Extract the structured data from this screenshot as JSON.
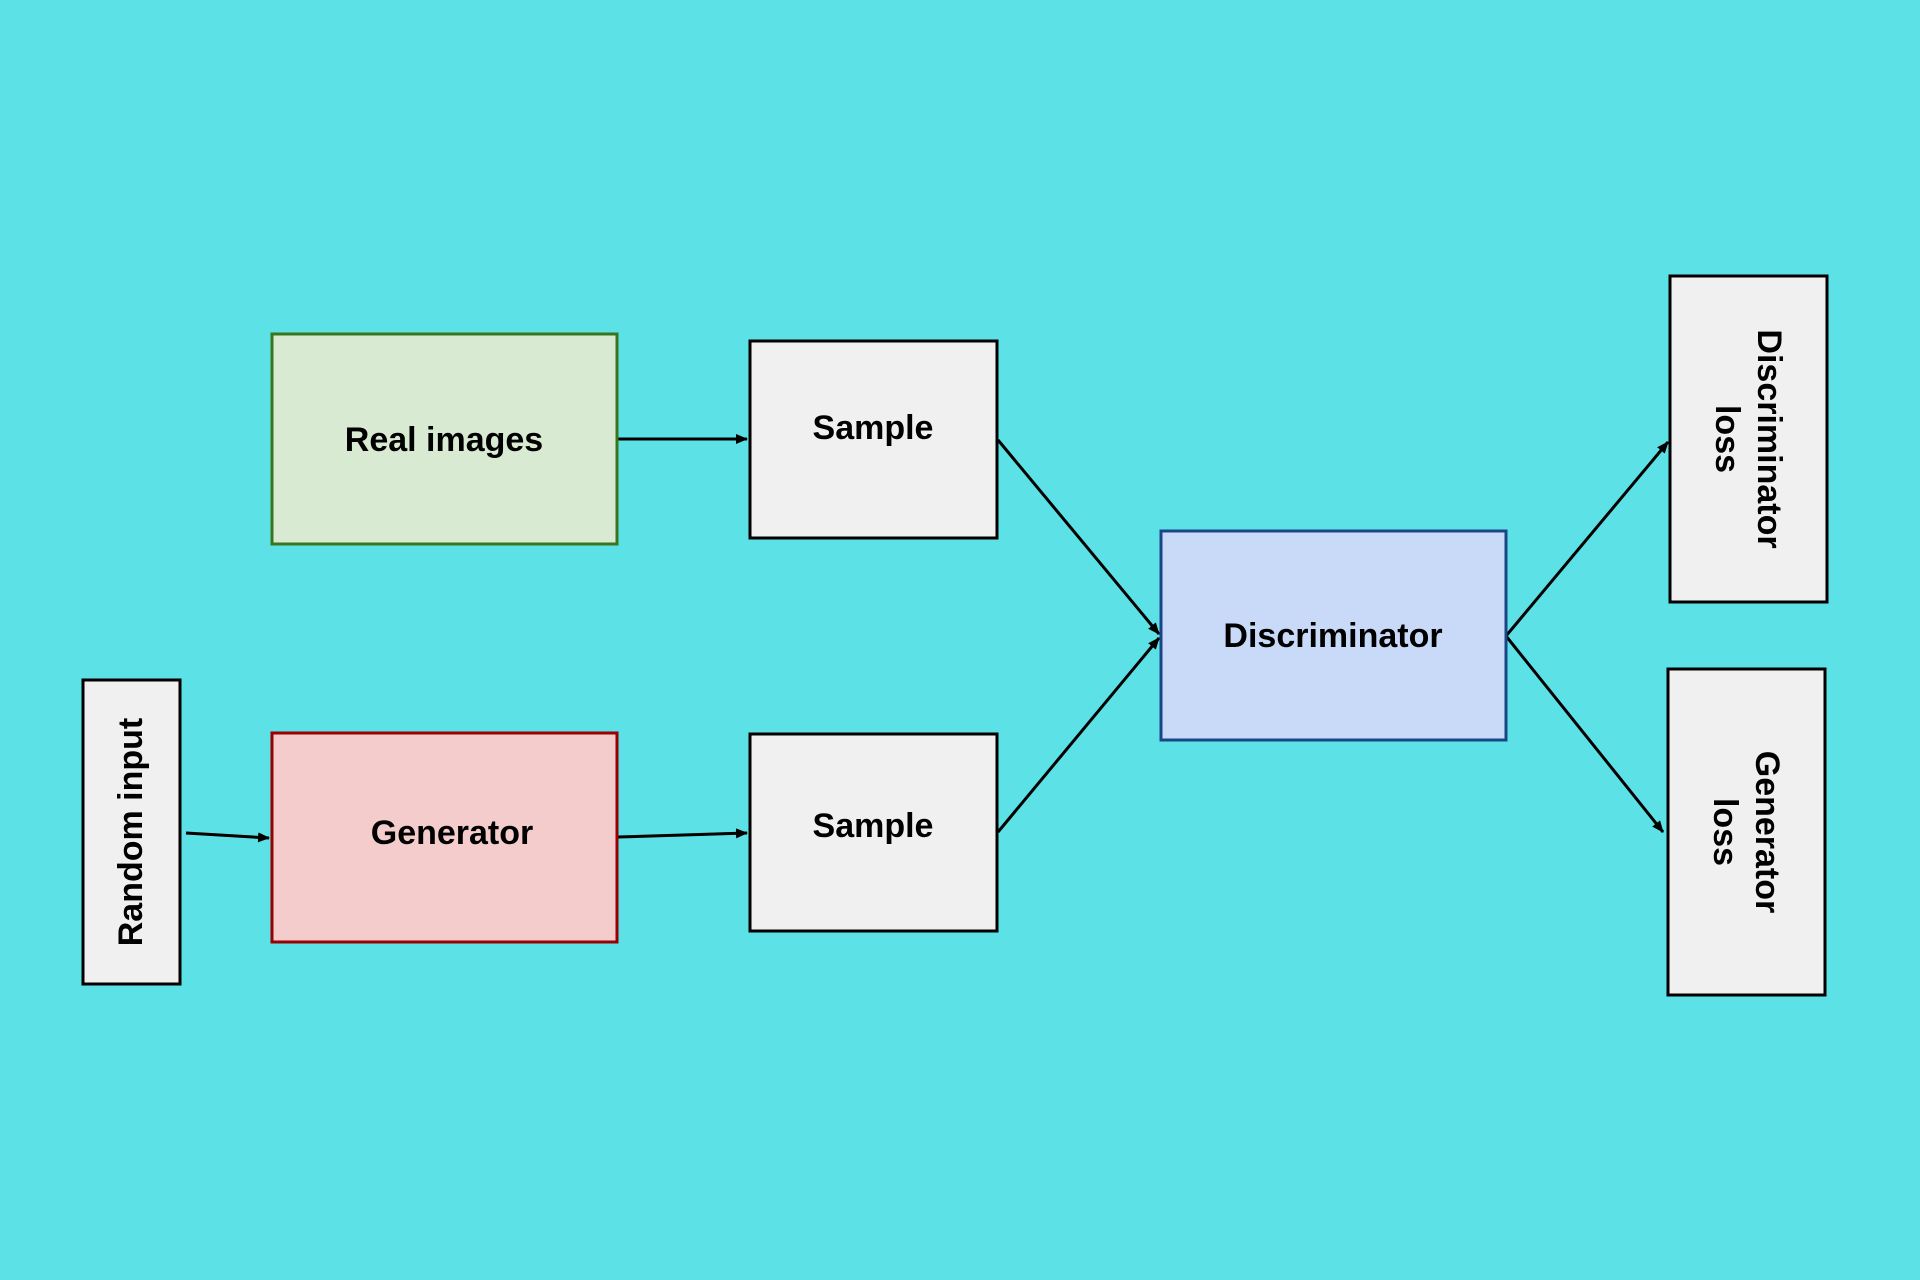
{
  "background": "#5ce1e6",
  "nodes": {
    "random_input": {
      "label": "Random input",
      "fill": "#f0f0f0",
      "stroke": "#000000"
    },
    "real_images": {
      "label": "Real images",
      "fill": "#d9ead3",
      "stroke": "#38761d"
    },
    "generator": {
      "label": "Generator",
      "fill": "#f4cccc",
      "stroke": "#990000"
    },
    "sample_real": {
      "label": "Sample",
      "fill": "#f0f0f0",
      "stroke": "#000000"
    },
    "sample_fake": {
      "label": "Sample",
      "fill": "#f0f0f0",
      "stroke": "#000000"
    },
    "discriminator": {
      "label": "Discriminator",
      "fill": "#c9daf8",
      "stroke": "#1c4587"
    },
    "discriminator_loss": {
      "label_line1": "Discriminator",
      "label_line2": "loss",
      "fill": "#f0f0f0",
      "stroke": "#000000"
    },
    "generator_loss": {
      "label_line1": "Generator",
      "label_line2": "loss",
      "fill": "#f0f0f0",
      "stroke": "#000000"
    }
  },
  "edges": [
    {
      "from": "random_input",
      "to": "generator"
    },
    {
      "from": "real_images",
      "to": "sample_real"
    },
    {
      "from": "generator",
      "to": "sample_fake"
    },
    {
      "from": "sample_real",
      "to": "discriminator"
    },
    {
      "from": "sample_fake",
      "to": "discriminator"
    },
    {
      "from": "discriminator",
      "to": "discriminator_loss"
    },
    {
      "from": "discriminator",
      "to": "generator_loss"
    }
  ]
}
